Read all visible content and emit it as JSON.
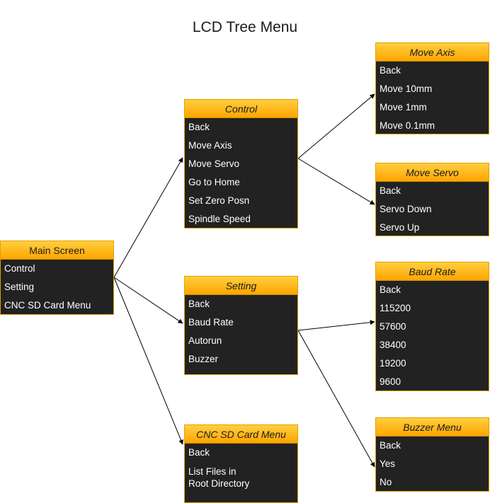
{
  "title": "LCD Tree Menu",
  "colors": {
    "header_top": "#ffcf3f",
    "header_bottom": "#ffa500",
    "panel_bg": "#222222",
    "item_text": "#ffffff"
  },
  "menus": {
    "main": {
      "title": "Main Screen",
      "items": [
        "Control",
        "Setting",
        "CNC SD Card Menu"
      ]
    },
    "control": {
      "title": "Control",
      "items": [
        "Back",
        "Move Axis",
        "Move Servo",
        "Go to Home",
        "Set Zero Posn",
        "Spindle Speed"
      ]
    },
    "setting": {
      "title": "Setting",
      "items": [
        "Back",
        "Baud Rate",
        "Autorun",
        "Buzzer"
      ]
    },
    "cnc": {
      "title": "CNC SD Card Menu",
      "items": [
        "Back",
        "List Files in\nRoot Directory"
      ]
    },
    "move": {
      "title": "Move Axis",
      "items": [
        "Back",
        "Move 10mm",
        "Move 1mm",
        "Move 0.1mm"
      ]
    },
    "servo": {
      "title": "Move Servo",
      "items": [
        "Back",
        "Servo Down",
        "Servo Up"
      ]
    },
    "baud": {
      "title": "Baud Rate",
      "items": [
        "Back",
        "115200",
        "57600",
        "38400",
        "19200",
        "9600"
      ]
    },
    "buzzer": {
      "title": "Buzzer Menu",
      "items": [
        "Back",
        "Yes",
        "No"
      ]
    }
  }
}
